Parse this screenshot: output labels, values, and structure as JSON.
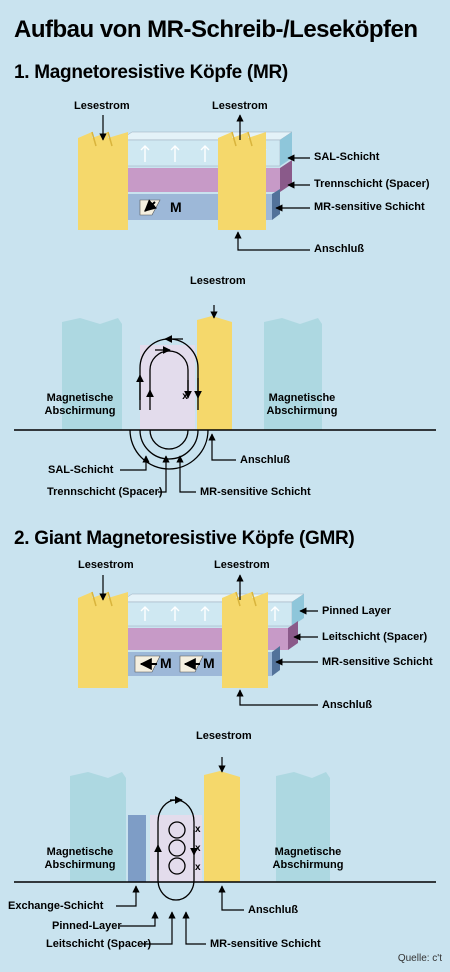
{
  "title": "Aufbau von MR-Schreib-/Leseköpfen",
  "section1": {
    "heading": "1. Magnetoresistive Köpfe (MR)",
    "top": {
      "lesestrom_left": "Lesestrom",
      "lesestrom_right": "Lesestrom",
      "sal": "SAL-Schicht",
      "spacer": "Trennschicht (Spacer)",
      "mr": "MR-sensitive Schicht",
      "anschluss": "Anschluß",
      "m": "M"
    },
    "side": {
      "lesestrom": "Lesestrom",
      "shield_left_1": "Magnetische",
      "shield_left_2": "Abschirmung",
      "shield_right_1": "Magnetische",
      "shield_right_2": "Abschirmung",
      "anschluss": "Anschluß",
      "sal": "SAL-Schicht",
      "spacer": "Trennschicht (Spacer)",
      "mr": "MR-sensitive Schicht",
      "x": "x"
    }
  },
  "section2": {
    "heading": "2. Giant Magnetoresistive Köpfe (GMR)",
    "top": {
      "lesestrom_left": "Lesestrom",
      "lesestrom_right": "Lesestrom",
      "pinned": "Pinned Layer",
      "spacer": "Leitschicht (Spacer)",
      "mr": "MR-sensitive Schicht",
      "anschluss": "Anschluß",
      "m1": "M",
      "m2": "M"
    },
    "side": {
      "lesestrom": "Lesestrom",
      "shield_left_1": "Magnetische",
      "shield_left_2": "Abschirmung",
      "shield_right_1": "Magnetische",
      "shield_right_2": "Abschirmung",
      "anschluss": "Anschluß",
      "exchange": "Exchange-Schicht",
      "pinned": "Pinned-Layer",
      "spacer": "Leitschicht (Spacer)",
      "mr": "MR-sensitive Schicht",
      "x1": "x",
      "x2": "x",
      "x3": "x"
    }
  },
  "source": "Quelle: c't",
  "colors": {
    "background": "#c9e3ef",
    "contact_yellow": "#f5d86b",
    "sal_blue": "#cfe8f2",
    "spacer_purple": "#c79ac7",
    "mr_blue": "#9db8d8",
    "shield": "#a6d4dd"
  }
}
